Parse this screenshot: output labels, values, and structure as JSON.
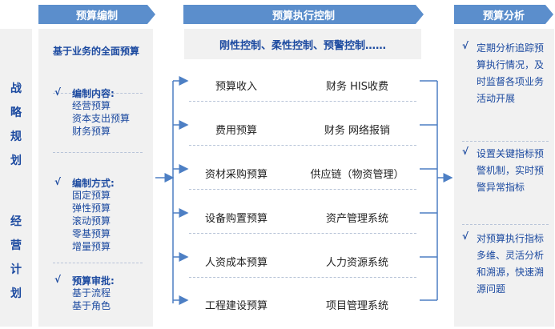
{
  "strategy": {
    "chars_top": [
      "战",
      "略",
      "规",
      "划"
    ],
    "chars_bottom": [
      "经",
      "营",
      "计",
      "划"
    ]
  },
  "headers": {
    "compile": "预算编制",
    "control": "预算执行控制",
    "analysis": "预算分析"
  },
  "compile": {
    "title": "基于业务的全面预算",
    "sections": [
      {
        "heading": "编制内容:",
        "items": [
          "经营预算",
          "资本支出预算",
          "财务预算"
        ]
      },
      {
        "heading": "编制方式:",
        "items": [
          "固定预算",
          "弹性预算",
          "滚动预算",
          "零基预算",
          "增量预算"
        ]
      },
      {
        "heading": "预算审批:",
        "items": [
          "基于流程",
          "基于角色"
        ]
      }
    ],
    "check": "√"
  },
  "control": {
    "title": "刚性控制、柔性控制、预警控制……",
    "rows": [
      {
        "budget": "预算收入",
        "system": "财务    HIS收费"
      },
      {
        "budget": "费用预算",
        "system": "财务   网络报销"
      },
      {
        "budget": "资材采购预算",
        "system": "供应链（物资管理）"
      },
      {
        "budget": "设备购置预算",
        "system": "资产管理系统"
      },
      {
        "budget": "人资成本预算",
        "system": "人力资源系统"
      },
      {
        "budget": "工程建设预算",
        "system": "项目管理系统"
      }
    ]
  },
  "analysis": {
    "check": "√",
    "items": [
      "定期分析追踪预算执行情况，及时监督各项业务活动开展",
      "设置关键指标预警机制，实时预警异常指标",
      "对预算执行指标多维、灵活分析和溯源，快速溯源问题"
    ]
  }
}
